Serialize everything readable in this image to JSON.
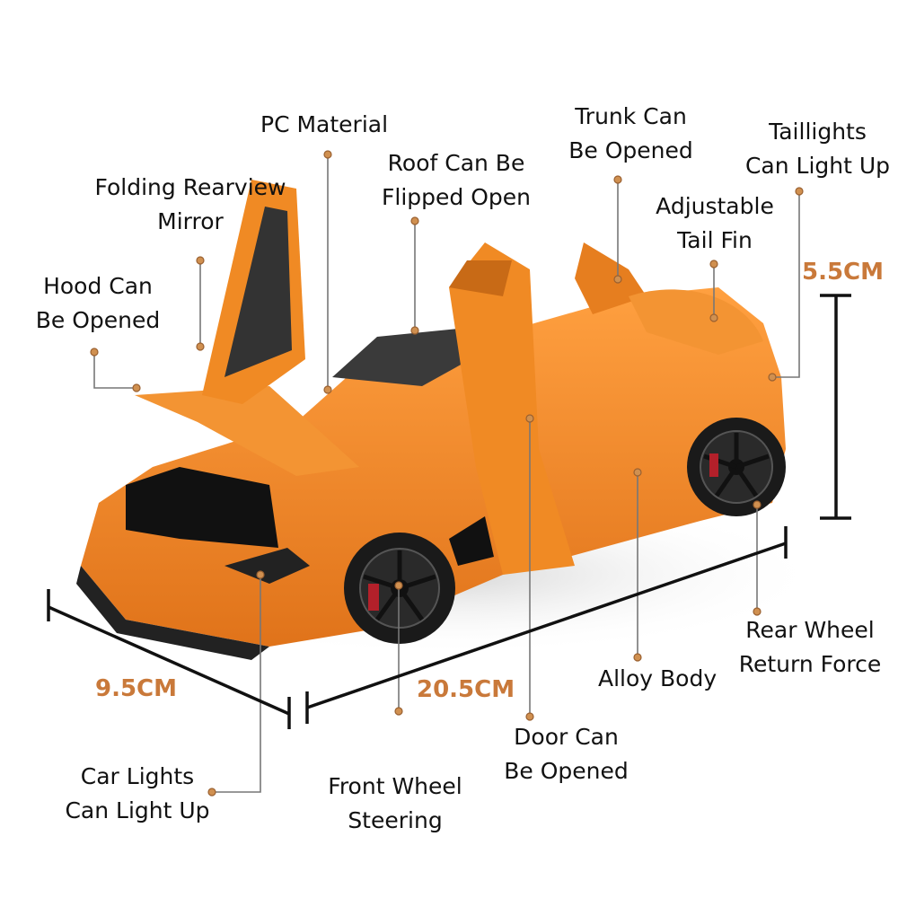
{
  "diagram": {
    "subject": "Orange 1:32 scale model sports car with doors, hood and trunk open",
    "colors": {
      "accent": "#c9793a",
      "body": "#f08a24",
      "callout_line": "#777777",
      "dimension_line": "#111111"
    },
    "features": [
      {
        "id": "pc-material",
        "lines": [
          "PC Material"
        ]
      },
      {
        "id": "folding-mirror",
        "lines": [
          "Folding Rearview",
          "Mirror"
        ]
      },
      {
        "id": "hood",
        "lines": [
          "Hood Can",
          "Be Opened"
        ]
      },
      {
        "id": "roof",
        "lines": [
          "Roof Can Be",
          "Flipped Open"
        ]
      },
      {
        "id": "trunk",
        "lines": [
          "Trunk Can",
          "Be Opened"
        ]
      },
      {
        "id": "taillights",
        "lines": [
          "Taillights",
          "Can Light Up"
        ]
      },
      {
        "id": "tail-fin",
        "lines": [
          "Adjustable",
          "Tail Fin"
        ]
      },
      {
        "id": "car-lights",
        "lines": [
          "Car Lights",
          "Can Light Up"
        ]
      },
      {
        "id": "front-wheel",
        "lines": [
          "Front Wheel",
          "Steering"
        ]
      },
      {
        "id": "door",
        "lines": [
          "Door Can",
          "Be Opened"
        ]
      },
      {
        "id": "alloy-body",
        "lines": [
          "Alloy Body"
        ]
      },
      {
        "id": "rear-wheel",
        "lines": [
          "Rear Wheel",
          "Return Force"
        ]
      }
    ],
    "dimensions": {
      "height": "5.5CM",
      "width": "9.5CM",
      "length": "20.5CM"
    }
  }
}
